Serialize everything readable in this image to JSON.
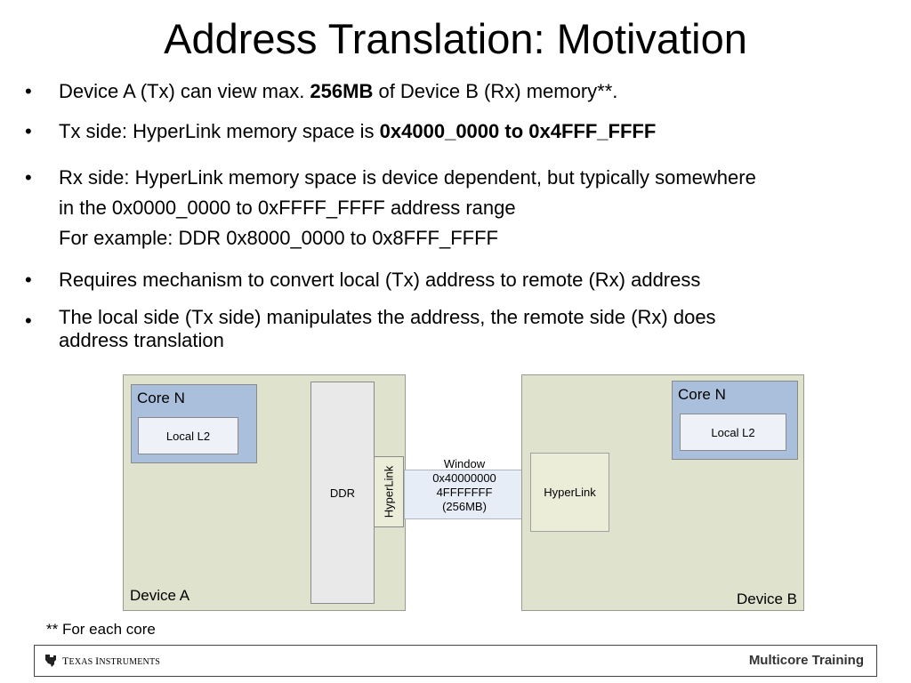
{
  "title": "Address Translation: Motivation",
  "bullet_symbol": "•",
  "bullets": [
    {
      "parts": [
        "Device A (Tx) can view max. ",
        "256MB",
        " of Device B (Rx) memory**."
      ]
    },
    {
      "parts": [
        "Tx side: HyperLink memory space is ",
        "0x4000_0000 to 0x4FFF_FFFF"
      ]
    },
    {
      "lines": [
        "Rx side: HyperLink memory space is device dependent, but typically somewhere",
        "in the 0x0000_0000 to 0xFFFF_FFFF address range",
        "For example: DDR 0x8000_0000 to 0x8FFF_FFFF"
      ]
    },
    {
      "lines": [
        "Requires mechanism to convert local (Tx) address to remote (Rx) address"
      ]
    },
    {
      "lines": [
        "The local side (Tx side) manipulates the address, the remote side (Rx) does",
        "address translation"
      ]
    }
  ],
  "diagram": {
    "device_a": {
      "label": "Device A",
      "core_label": "Core N",
      "l2_label": "Local L2",
      "ddr_label": "DDR",
      "hyperlink_label": "HyperLink"
    },
    "window": {
      "lines": [
        "Window",
        "0x40000000",
        "4FFFFFFF",
        "(256MB)"
      ]
    },
    "device_b": {
      "label": "Device B",
      "core_label": "Core N",
      "l2_label": "Local L2",
      "hyperlink_label": "HyperLink"
    },
    "colors": {
      "device_fill": "#dfe2cc",
      "core_fill": "#a9bfdc",
      "window_fill": "#e6edf6"
    }
  },
  "footnote": "** For each core",
  "footer": {
    "logo_text": "Texas Instruments",
    "logo_icon": "ti-state-logo-icon",
    "right_text": "Multicore Training"
  }
}
